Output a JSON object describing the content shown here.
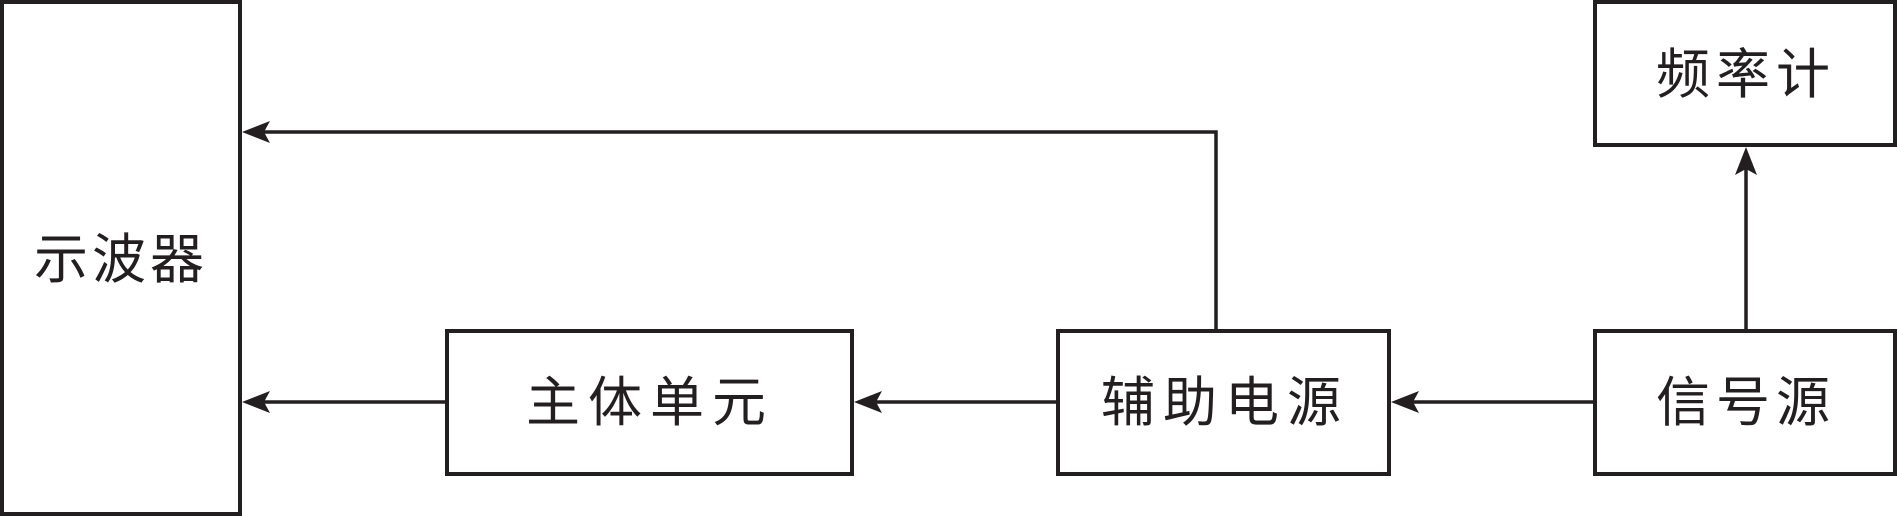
{
  "diagram": {
    "blocks": {
      "oscilloscope": "示波器",
      "main_unit": "主体单元",
      "aux_power": "辅助电源",
      "signal_source": "信号源",
      "frequency_counter": "频率计"
    }
  }
}
